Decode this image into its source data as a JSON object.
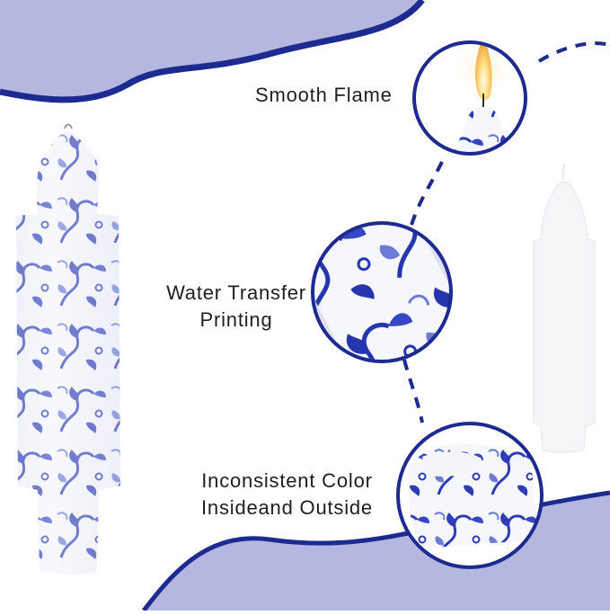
{
  "features": {
    "smooth_flame": "Smooth Flame",
    "water_transfer_line1": "Water Transfer",
    "water_transfer_line2": "Printing",
    "color_line1": "Inconsistent Color",
    "color_line2": "Insideand Outside"
  },
  "colors": {
    "navy": "#1d2a8f",
    "lavender": "#b4b7e0",
    "pattern_blue": "#2d3db6",
    "pattern_light": "#6c7cd6",
    "candle_white": "#f4f5fb"
  }
}
